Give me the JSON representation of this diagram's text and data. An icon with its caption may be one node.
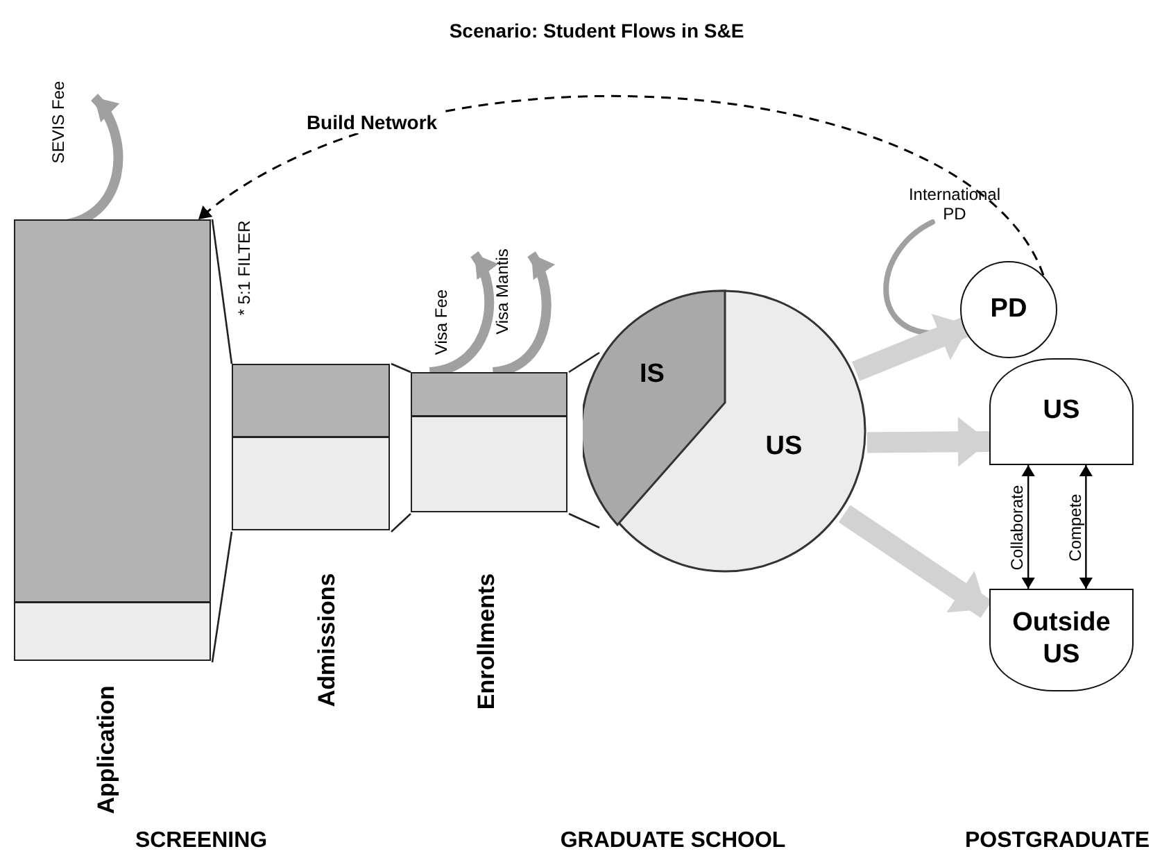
{
  "diagram": {
    "title": "Scenario: Student Flows in S&E",
    "nodes": [
      {
        "text": [
          "Application"
        ]
      },
      {
        "text": [
          "Admissions"
        ]
      },
      {
        "text": [
          "Enrollments"
        ]
      },
      {
        "text": [
          "IS",
          "US"
        ]
      },
      {
        "text": [
          "PD"
        ]
      },
      {
        "text": [
          "US"
        ]
      },
      {
        "text": [
          "Outside US"
        ]
      }
    ],
    "edges": [
      {
        "from": 4,
        "to": 0,
        "arrow": "to",
        "label": "Build Network",
        "style": "dashed"
      },
      {
        "from": 3,
        "to": 4,
        "arrow": "to",
        "style": "thick",
        "color": "#d2d2d2"
      },
      {
        "from": 3,
        "to": 5,
        "arrow": "to",
        "style": "thick",
        "color": "#d2d2d2"
      },
      {
        "from": 3,
        "to": 6,
        "arrow": "to",
        "style": "thick",
        "color": "#d2d2d2"
      },
      {
        "from": 5,
        "to": 6,
        "arrow": "both",
        "label": "Collaborate"
      },
      {
        "from": 5,
        "to": 6,
        "arrow": "both",
        "label": "Compete"
      },
      {
        "from": 0,
        "to": null,
        "arrow": "to",
        "label": "SEVIS Fee",
        "color": "#a0a0a0"
      },
      {
        "from": 2,
        "to": null,
        "arrow": "to",
        "label": "Visa Fee",
        "color": "#a0a0a0"
      },
      {
        "from": 2,
        "to": null,
        "arrow": "to",
        "label": "Visa Mantis",
        "color": "#a0a0a0"
      }
    ],
    "labels": [
      "* 5:1 FILTER",
      "International PD",
      "SCREENING",
      "GRADUATE SCHOOL",
      "POSTGRADUATE"
    ]
  }
}
